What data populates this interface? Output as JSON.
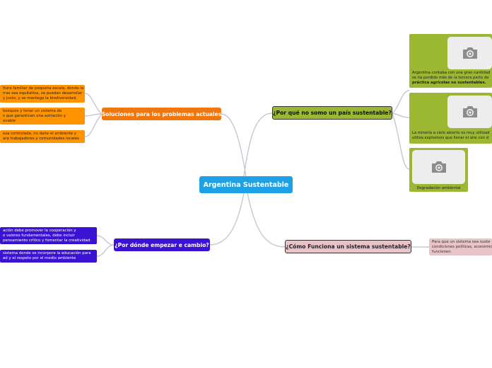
{
  "central": {
    "label": "Argentina Sustentable"
  },
  "topics": {
    "por_que": {
      "label": "¿Por qué no somo un país sustentable?"
    },
    "como": {
      "label": "¿Cómo Funciona un sistema sustentable?"
    },
    "soluciones": {
      "label": "Soluciones para los problemas actuales"
    },
    "donde": {
      "label": "¿Por dónde empezar e cambio?"
    }
  },
  "por_que_cards": [
    {
      "lines": [
        "Argentina contaba con una gran cantidad",
        "se ha perdido más de la tercera parte de"
      ],
      "bold": "práctica agrícolas no sustentables."
    },
    {
      "lines": [
        "La minería a cielo abierto es muy utilizad",
        "utiliza explosivos que llenar el aire con d"
      ],
      "bold": ""
    },
    {
      "lines": [
        "Degradación ambiental"
      ],
      "bold": ""
    }
  ],
  "como_notes": [
    {
      "lines": [
        "Para que un sistema sea suste",
        "condiciones políticas, económic",
        "funcionen"
      ]
    }
  ],
  "soluciones_notes": [
    {
      "lines": [
        "ltura familiar de pequeña escala, donde la",
        "rras sea equitativa, se puedan desarrollar",
        "y justo, y se mantega la biodiversidad,"
      ]
    },
    {
      "lines": [
        "bosques y tener un sistema de",
        "s que garanticen una extración y",
        "ovable"
      ]
    },
    {
      "lines": [
        "esa controlada, no dañe el ambiente y",
        "ara trabajadores y comunidades locales"
      ]
    }
  ],
  "donde_notes": [
    {
      "lines": [
        "ación debe promover la cooperación y",
        "o valores fundamentales, debe incluir",
        "pensamiento crítico y fomentar la creatividad."
      ]
    },
    {
      "lines": [
        "sistema donde se incorpore la educación para",
        "ad y el respeto por el medio ambiente"
      ]
    }
  ],
  "colors": {
    "central": "#1ea1e4",
    "green": "#9cb732",
    "pink": "#e8c4c8",
    "orange": "#f0760e",
    "orange_light": "#ff9400",
    "purple": "#3b12d4",
    "link": "#c4c8d4"
  },
  "icons": {
    "image_placeholder": "camera-icon"
  }
}
